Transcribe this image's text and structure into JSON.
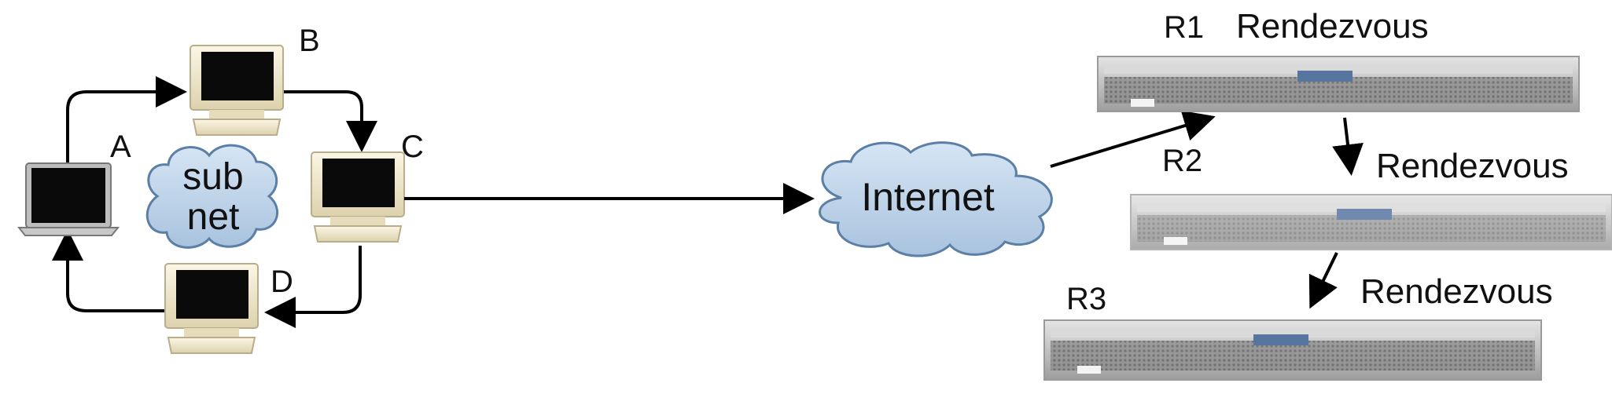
{
  "subnet": {
    "cloud_label_line1": "sub",
    "cloud_label_line2": "net",
    "nodes": [
      {
        "id": "A",
        "label": "A",
        "kind": "laptop"
      },
      {
        "id": "B",
        "label": "B",
        "kind": "desktop"
      },
      {
        "id": "C",
        "label": "C",
        "kind": "desktop"
      },
      {
        "id": "D",
        "label": "D",
        "kind": "desktop"
      }
    ]
  },
  "internet": {
    "label": "Internet"
  },
  "servers": [
    {
      "id": "R1",
      "label": "R1",
      "role": "Rendezvous"
    },
    {
      "id": "R2",
      "label": "R2",
      "role": "Rendezvous"
    },
    {
      "id": "R3",
      "label": "R3",
      "role": "Rendezvous"
    }
  ],
  "colors": {
    "cloud_fill": "#bcd3ea",
    "cloud_stroke": "#5b7fa6",
    "server_body": "#c9c9c9",
    "screen": "#0a0a0a",
    "monitor_casing": "#efe6c8"
  }
}
